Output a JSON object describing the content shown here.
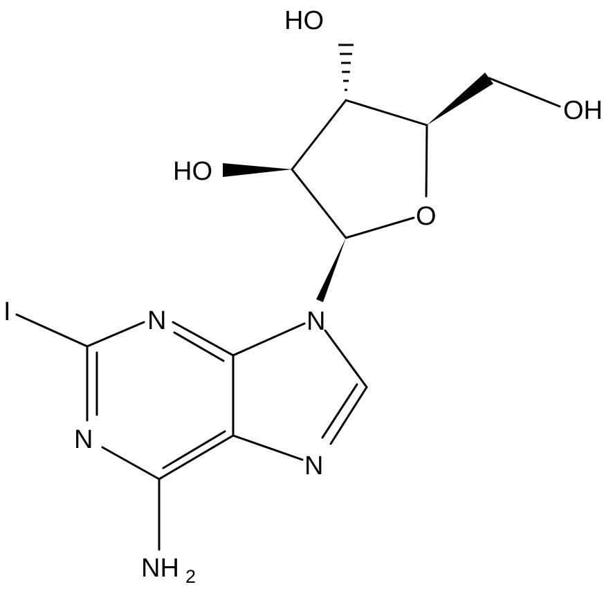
{
  "molecule": {
    "atoms": {
      "ho_top": "HO",
      "oh_right": "OH",
      "ho_left": "HO",
      "ring_o": "O",
      "n9": "N",
      "iodine": "I",
      "n3": "N",
      "n1": "N",
      "n7": "N",
      "amine_n": "NH",
      "amine_sub": "2"
    },
    "colors": {
      "ink": "#000000",
      "background": "#ffffff"
    }
  }
}
